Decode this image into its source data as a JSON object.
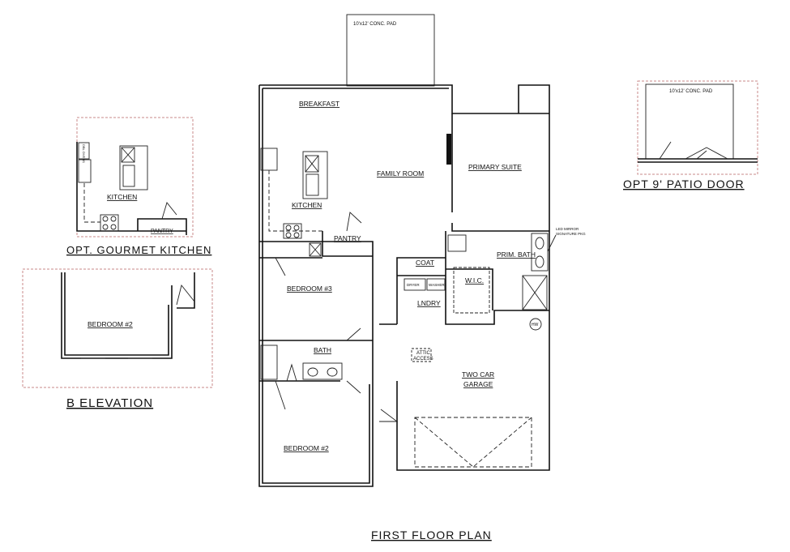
{
  "title": "FIRST FLOOR PLAN",
  "main_plan": {
    "pad": "10'x12' CONC. PAD",
    "rooms": {
      "breakfast": "BREAKFAST",
      "family_room": "FAMILY ROOM",
      "primary_suite": "PRIMARY SUITE",
      "kitchen": "KITCHEN",
      "pantry": "PANTRY",
      "bedroom3": "BEDROOM #3",
      "bath": "BATH",
      "bedroom2": "BEDROOM #2",
      "coat": "COAT",
      "prim_bath": "PRIM. BATH",
      "wic": "W.I.C.",
      "lndry": "LNDRY",
      "garage_line1": "TWO CAR",
      "garage_line2": "GARAGE"
    },
    "fixtures": {
      "dryer": "DRYER",
      "washer": "WASHER",
      "attic_line1": "ATTIC",
      "attic_line2": "ACCESS",
      "hw": "HW",
      "led_line1": "LED MIRROR",
      "led_line2": "SIGNATURE PKG"
    }
  },
  "gourmet_kitchen": {
    "caption": "OPT. GOURMET KITCHEN",
    "kitchen": "KITCHEN",
    "pantry": "PANTRY",
    "ovens": "DBL OVENS"
  },
  "b_elevation": {
    "caption": "B ELEVATION",
    "bedroom": "BEDROOM #2"
  },
  "patio_door": {
    "caption": "OPT 9' PATIO DOOR",
    "pad": "10'x12' CONC. PAD"
  },
  "colors": {
    "lines": "#111111",
    "option_outline": "#c98a8a"
  }
}
